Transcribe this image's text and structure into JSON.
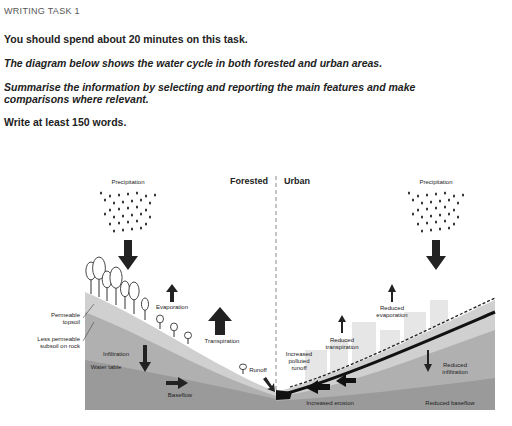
{
  "diagram": {
    "title": "WRITING TASK 1",
    "labels": [
      "You should spend about 20 minutes on this task.",
      "The diagram below shows the water cycle in both forested and urban areas.",
      "Summarise the information by selecting and reporting the main features and make comparisons where relevant.",
      "Write at least 150 words.",
      "Precipitation",
      "Forested",
      "Urban",
      "Precipitation",
      "Evaporation",
      "Permeable topsoil",
      "Less permeable subsoil on rock",
      "Transpiration",
      "Infiltration",
      "Water table",
      "Baseflow",
      "Runoff",
      "Increased polluted runoff",
      "Reduced transpiration",
      "Reduced evaporation",
      "Reduced infiltration",
      "Increased erosion",
      "Reduced baseflow"
    ]
  }
}
